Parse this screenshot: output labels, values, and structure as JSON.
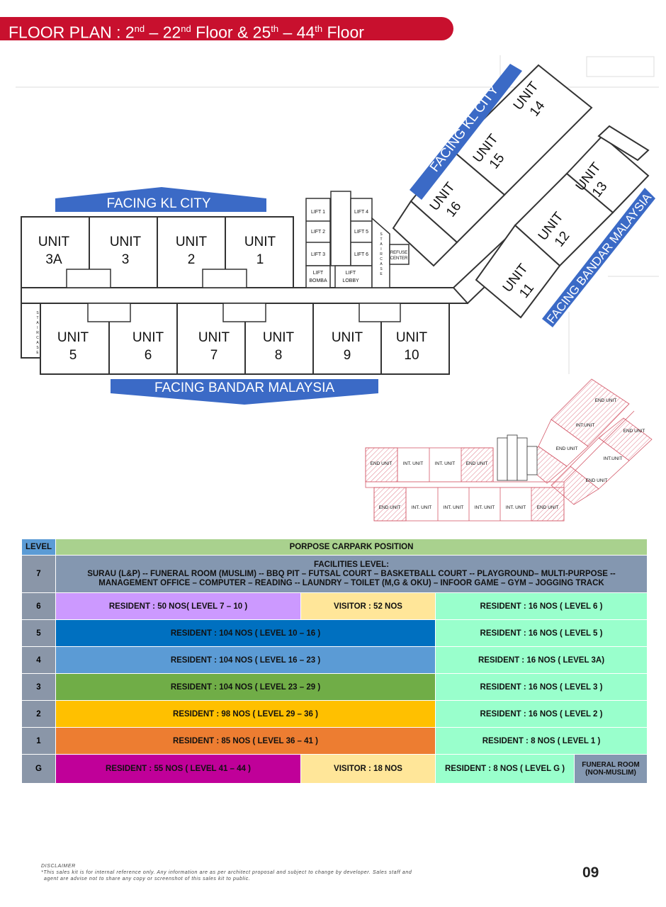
{
  "header": {
    "prefix": "FLOOR PLAN : 2",
    "sup1": "nd",
    "mid1": " – 22",
    "sup2": "nd",
    "mid2": " Floor & 25",
    "sup3": "th",
    "mid3": " – 44",
    "sup4": "th",
    "suffix": " Floor"
  },
  "plan": {
    "facing_kl_city": "FACING KL CITY",
    "facing_bandar_malaysia": "FACING BANDAR MALAYSIA",
    "unit_word": "UNIT",
    "top_units": [
      "3A",
      "3",
      "2",
      "1"
    ],
    "bottom_units": [
      "5",
      "6",
      "7",
      "8",
      "9",
      "10"
    ],
    "wing_units": [
      "14",
      "15",
      "16",
      "13",
      "12",
      "11"
    ],
    "lifts": [
      "LIFT 1",
      "LIFT 2",
      "LIFT 3",
      "LIFT 4",
      "LIFT 5",
      "LIFT 6"
    ],
    "lift_bomba": [
      "LIFT",
      "BOMBA"
    ],
    "lift_lobby": [
      "LIFT",
      "LOBBY"
    ],
    "refuse": [
      "REFUSE",
      "CENTER"
    ],
    "staircase_letters": [
      "S",
      "T",
      "A",
      "I",
      "R",
      "C",
      "A",
      "S",
      "E"
    ]
  },
  "mini_plan": {
    "end_unit": "END UNIT",
    "int_unit": "INT. UNIT",
    "int_unit_alt": "INT.UNIT",
    "top_row": [
      "END UNIT",
      "INT. UNIT",
      "INT. UNIT",
      "END UNIT"
    ],
    "bottom_row": [
      "END UNIT",
      "INT. UNIT",
      "INT. UNIT",
      "INT. UNIT",
      "INT. UNIT",
      "END UNIT"
    ],
    "wing": [
      "END UNIT",
      "INT.UNIT",
      "END UNIT",
      "END UNIT",
      "INT.UNIT",
      "END UNIT"
    ]
  },
  "carpark": {
    "header_level": "LEVEL",
    "header_title": "PORPOSE CARPARK POSITION",
    "level7": {
      "level": "7",
      "title": "FACILITIES LEVEL:",
      "line1": "SURAU (L&P) -- FUNERAL ROOM (MUSLIM) -- BBQ PIT – FUTSAL COURT – BASKETBALL COURT -- PLAYGROUND– MULTI-PURPOSE --",
      "line2": "MANAGEMENT OFFICE – COMPUTER – READING -- LAUNDRY – TOILET (M,G & OKU) – INFOOR GAME – GYM – JOGGING TRACK"
    },
    "level6": {
      "level": "6",
      "a": "RESIDENT : 50 NOS( LEVEL 7 – 10 )",
      "b": "VISITOR : 52 NOS",
      "c": "RESIDENT : 16 NOS ( LEVEL 6 )"
    },
    "level5": {
      "level": "5",
      "a": "RESIDENT : 104 NOS ( LEVEL 10 – 16 )",
      "c": "RESIDENT : 16 NOS ( LEVEL 5 )"
    },
    "level4": {
      "level": "4",
      "a": "RESIDENT : 104 NOS ( LEVEL 16 – 23 )",
      "c": "RESIDENT : 16 NOS ( LEVEL 3A)"
    },
    "level3": {
      "level": "3",
      "a": "RESIDENT : 104 NOS ( LEVEL 23 – 29 )",
      "c": "RESIDENT : 16 NOS ( LEVEL 3 )"
    },
    "level2": {
      "level": "2",
      "a": "RESIDENT : 98 NOS ( LEVEL 29 – 36 )",
      "c": "RESIDENT : 16 NOS ( LEVEL 2 )"
    },
    "level1": {
      "level": "1",
      "a": "RESIDENT : 85 NOS ( LEVEL 36 – 41 )",
      "c": "RESIDENT : 8 NOS ( LEVEL 1 )"
    },
    "levelG": {
      "level": "G",
      "a": "RESIDENT : 55 NOS ( LEVEL 41 – 44 )",
      "b": "VISITOR : 18 NOS",
      "c": "RESIDENT : 8 NOS ( LEVEL G )",
      "d1": "FUNERAL ROOM",
      "d2": "(NON-MUSLIM)"
    },
    "colors": {
      "level_header": "#5b9bd5",
      "title_header": "#a9d18e",
      "facilities": "#8497b0",
      "mint": "#99ffcc",
      "violet": "#cc99ff",
      "visitor": "#ffe699",
      "deep_blue": "#0070c0",
      "light_blue": "#5b9bd5",
      "green": "#70ad47",
      "amber": "#ffc000",
      "orange": "#ed7d31",
      "magenta": "#c00099"
    }
  },
  "footer": {
    "disclaimer_title": "DISCLAIMER",
    "disclaimer_line1": "*This sales kit is for internal reference only. Any information are as per architect proposal and subject to change by developer. Sales staff and",
    "disclaimer_line2": "agent are advise not to share any copy or screenshot of this sales kit to public.",
    "page_number": "09"
  }
}
